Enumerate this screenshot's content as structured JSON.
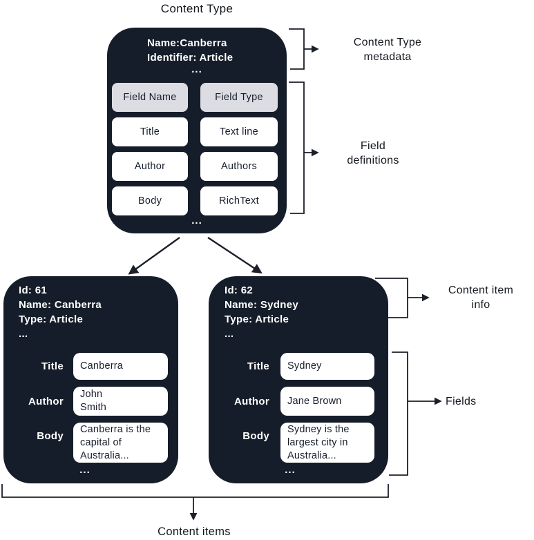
{
  "title": "Content Type",
  "colors": {
    "box_bg": "#161d2a",
    "header_cell_bg": "#dcdce3",
    "cell_bg": "#ffffff",
    "line": "#1b1f28"
  },
  "content_type_box": {
    "meta": "Name:Canberra\nIdentifier: Article",
    "ellipsis_top": "...",
    "ellipsis_bottom": "...",
    "field_table": {
      "header": [
        "Field Name",
        "Field Type"
      ],
      "rows": [
        [
          "Title",
          "Text line"
        ],
        [
          "Author",
          "Authors"
        ],
        [
          "Body",
          "RichText"
        ]
      ]
    }
  },
  "annotations": {
    "content_type_metadata": "Content Type\nmetadata",
    "field_definitions": "Field\ndefinitions",
    "content_item_info": "Content item\ninfo",
    "fields": "Fields",
    "content_items": "Content items"
  },
  "content_items": [
    {
      "meta": "Id: 61\nName: Canberra\nType: Article\n...",
      "fields": [
        {
          "label": "Title",
          "value": "Canberra"
        },
        {
          "label": "Author",
          "value": "John\nSmith"
        },
        {
          "label": "Body",
          "value": "Canberra is the\ncapital of\nAustralia..."
        }
      ],
      "ellipsis": "..."
    },
    {
      "meta": "Id: 62\nName: Sydney\nType: Article\n...",
      "fields": [
        {
          "label": "Title",
          "value": "Sydney"
        },
        {
          "label": "Author",
          "value": "Jane Brown"
        },
        {
          "label": "Body",
          "value": "Sydney is the\nlargest city in\nAustralia..."
        }
      ],
      "ellipsis": "..."
    }
  ]
}
